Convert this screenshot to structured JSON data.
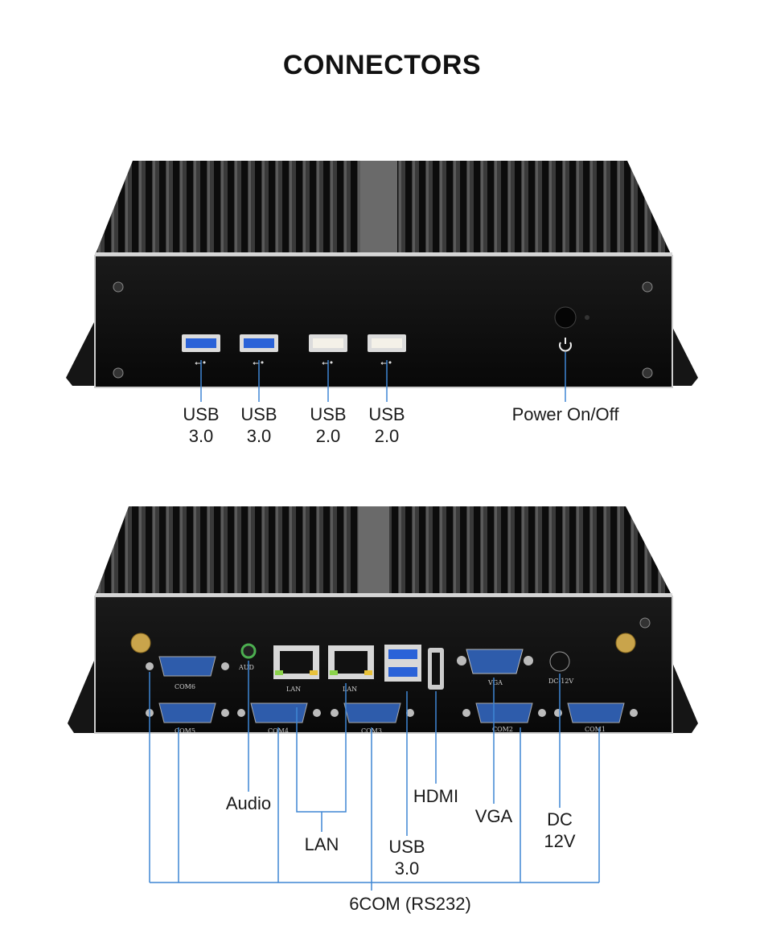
{
  "title": "CONNECTORS",
  "front": {
    "usb1": {
      "line1": "USB",
      "line2": "3.0"
    },
    "usb2": {
      "line1": "USB",
      "line2": "3.0"
    },
    "usb3": {
      "line1": "USB",
      "line2": "2.0"
    },
    "usb4": {
      "line1": "USB",
      "line2": "2.0"
    },
    "power": "Power On/Off"
  },
  "rear": {
    "audio": "Audio",
    "lan": "LAN",
    "usb": {
      "line1": "USB",
      "line2": "3.0"
    },
    "hdmi": "HDMI",
    "vga": "VGA",
    "dc": {
      "line1": "DC",
      "line2": "12V"
    },
    "com": {
      "main": "6COM",
      "suffix": "(RS232)"
    },
    "panel_labels": {
      "com6": "COM6",
      "com5": "COM5",
      "com4": "COM4",
      "com3": "COM3",
      "com2": "COM2",
      "com1": "COM1",
      "aud": "AUD",
      "lan1": "LAN",
      "lan2": "LAN",
      "vga": "VGA",
      "dc": "DC-12V"
    }
  },
  "colors": {
    "leader": "#3f86d4",
    "usb3_blue": "#1f5fd0",
    "chassis": "#1b1b1b",
    "panel": "#0f0f0f"
  }
}
